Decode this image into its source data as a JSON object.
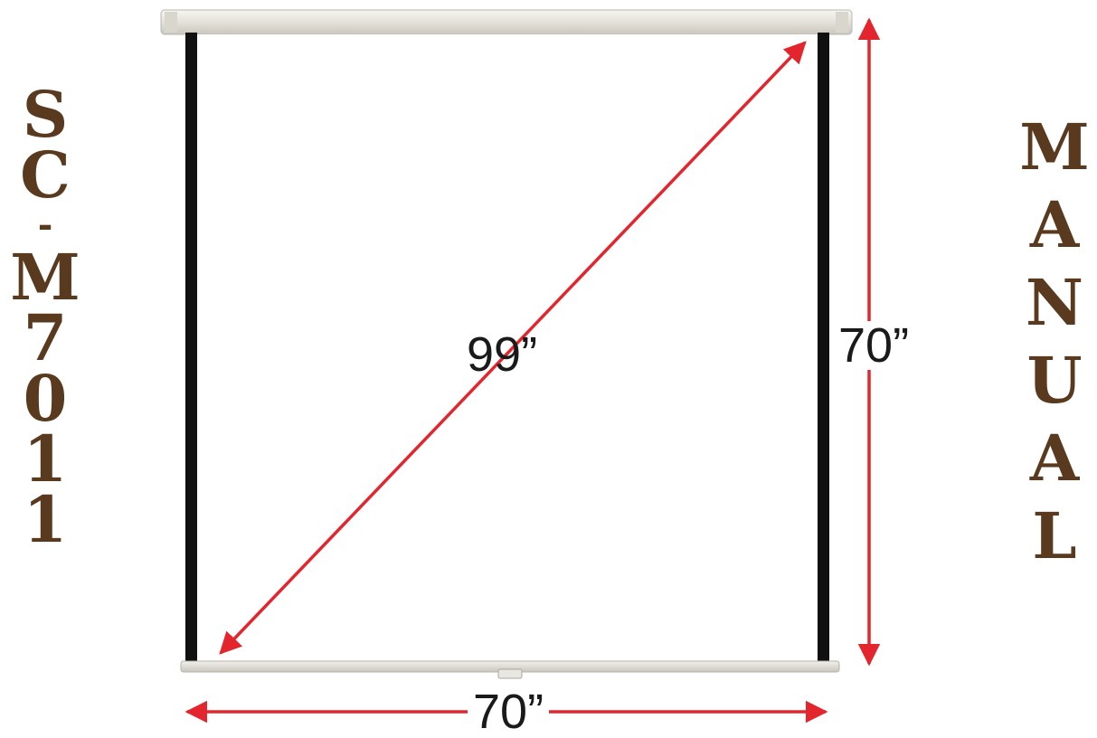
{
  "model": {
    "chars": [
      "S",
      "C",
      "-",
      "M",
      "7",
      "0",
      "1",
      "1"
    ]
  },
  "screen_type": {
    "chars": [
      "M",
      "A",
      "N",
      "U",
      "A",
      "L"
    ]
  },
  "dimensions": {
    "diagonal": "99”",
    "height": "70”",
    "width": "70”"
  },
  "colors": {
    "title_text": "#5a3a1e",
    "arrow": "#e3262e",
    "frame_rail": "#111111",
    "housing": "#e6e4dc"
  },
  "icons": {
    "diagonal_arrow": "double-arrow-icon",
    "height_arrow": "double-arrow-icon",
    "width_arrow": "double-arrow-icon"
  }
}
